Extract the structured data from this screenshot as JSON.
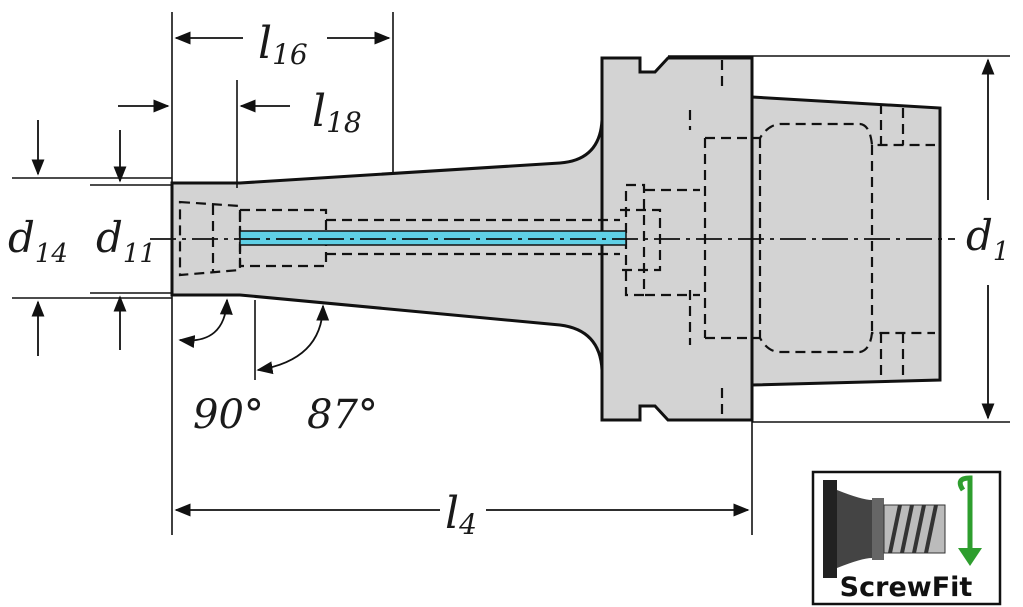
{
  "dimensions": {
    "l16": {
      "main": "l",
      "sub": "16"
    },
    "l18": {
      "main": "l",
      "sub": "18"
    },
    "l4": {
      "main": "l",
      "sub": "4"
    },
    "d14": {
      "main": "d",
      "sub": "14"
    },
    "d11": {
      "main": "d",
      "sub": "11"
    },
    "d1": {
      "main": "d",
      "sub": "1"
    }
  },
  "angles": {
    "angle_a": "90°",
    "angle_b": "87°"
  },
  "logo": {
    "label": "ScrewFit"
  },
  "colors": {
    "body_fill": "#d3d3d3",
    "outline": "#111111",
    "coolant_channel": "#5fd0e6",
    "logo_arrow": "#2e9e2e"
  }
}
